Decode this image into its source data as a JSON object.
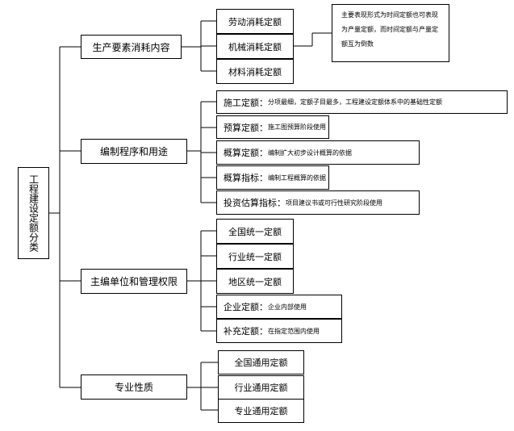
{
  "root": {
    "label": "工程建设定额分类"
  },
  "categories": [
    {
      "label": "生产要素消耗内容",
      "items": [
        {
          "label": "劳动消耗定额"
        },
        {
          "label": "机械消耗定额"
        },
        {
          "label": "材料消耗定额"
        }
      ],
      "note": "主要表现形式为时间定额也可表现为产量定额，而时间定额与产量定额互为倒数"
    },
    {
      "label": "编制程序和用途",
      "items": [
        {
          "label": "施工定额：",
          "desc": "分项最细，定额子目最多，工程建设定额体系中的基础性定额"
        },
        {
          "label": "预算定额：",
          "desc": "施工图预算阶段使用"
        },
        {
          "label": "概算定额：",
          "desc": "编制扩大初步设计概算的依据"
        },
        {
          "label": "概算指标：",
          "desc": "编制工程概算的依据"
        },
        {
          "label": "投资估算指标：",
          "desc": "项目建议书或可行性研究阶段使用"
        }
      ]
    },
    {
      "label": "主编单位和管理权限",
      "items": [
        {
          "label": "全国统一定额"
        },
        {
          "label": "行业统一定额"
        },
        {
          "label": "地区统一定额"
        },
        {
          "label": "企业定额：",
          "desc": "企业内部使用"
        },
        {
          "label": "补充定额：",
          "desc": "在指定范围内使用"
        }
      ]
    },
    {
      "label": "专业性质",
      "items": [
        {
          "label": "全国通用定额"
        },
        {
          "label": "行业通用定额"
        },
        {
          "label": "专业通用定额"
        }
      ]
    }
  ]
}
